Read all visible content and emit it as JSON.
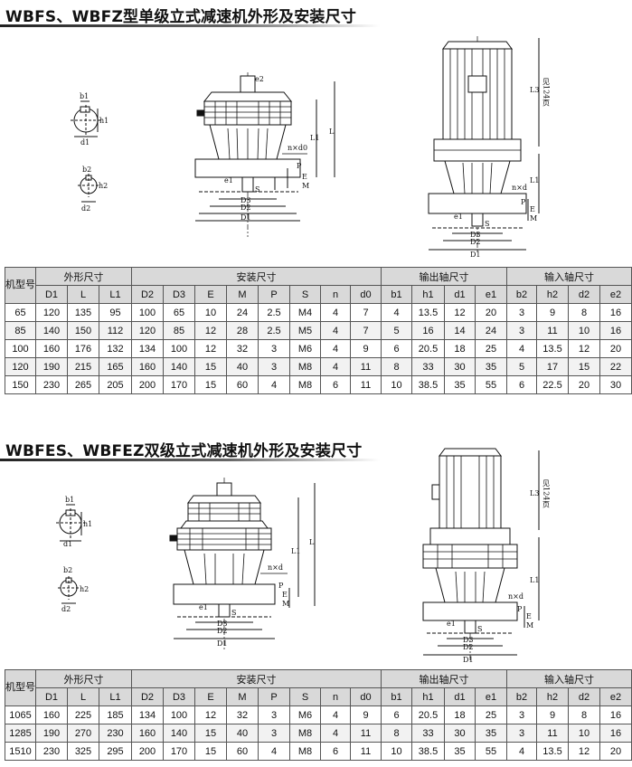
{
  "section1": {
    "title": "WBFS、WBFZ型单级立式减速机外形及安装尺寸",
    "drawing_labels": {
      "shaft_in": [
        "b1",
        "h1",
        "d1"
      ],
      "shaft_out": [
        "b2",
        "h2",
        "d2"
      ],
      "left_view": [
        "e2",
        "L1",
        "L",
        "e1",
        "S",
        "D3",
        "D2",
        "D1",
        "n×d0",
        "P",
        "E",
        "M"
      ],
      "right_view": [
        "L3",
        "见124页",
        "L1",
        "n×d",
        "P",
        "E",
        "M",
        "e1",
        "S",
        "D3",
        "D2",
        "D1"
      ]
    },
    "table": {
      "model_header": "机型号",
      "group_headers": [
        "外形尺寸",
        "安装尺寸",
        "输出轴尺寸",
        "输入轴尺寸"
      ],
      "columns": [
        "D1",
        "L",
        "L1",
        "D2",
        "D3",
        "E",
        "M",
        "P",
        "S",
        "n",
        "d0",
        "b1",
        "h1",
        "d1",
        "e1",
        "b2",
        "h2",
        "d2",
        "e2"
      ],
      "rows": [
        [
          "65",
          "120",
          "135",
          "95",
          "100",
          "65",
          "10",
          "24",
          "2.5",
          "M4",
          "4",
          "7",
          "4",
          "13.5",
          "12",
          "20",
          "3",
          "9",
          "8",
          "16"
        ],
        [
          "85",
          "140",
          "150",
          "112",
          "120",
          "85",
          "12",
          "28",
          "2.5",
          "M5",
          "4",
          "7",
          "5",
          "16",
          "14",
          "24",
          "3",
          "11",
          "10",
          "16"
        ],
        [
          "100",
          "160",
          "176",
          "132",
          "134",
          "100",
          "12",
          "32",
          "3",
          "M6",
          "4",
          "9",
          "6",
          "20.5",
          "18",
          "25",
          "4",
          "13.5",
          "12",
          "20"
        ],
        [
          "120",
          "190",
          "215",
          "165",
          "160",
          "140",
          "15",
          "40",
          "3",
          "M8",
          "4",
          "11",
          "8",
          "33",
          "30",
          "35",
          "5",
          "17",
          "15",
          "22"
        ],
        [
          "150",
          "230",
          "265",
          "205",
          "200",
          "170",
          "15",
          "60",
          "4",
          "M8",
          "6",
          "11",
          "10",
          "38.5",
          "35",
          "55",
          "6",
          "22.5",
          "20",
          "30"
        ]
      ]
    }
  },
  "section2": {
    "title": "WBFES、WBFEZ双级立式减速机外形及安装尺寸",
    "drawing_labels": {
      "shaft_in": [
        "b1",
        "h1",
        "d1"
      ],
      "shaft_out": [
        "b2",
        "h2",
        "d2"
      ],
      "left_view": [
        "L1",
        "L",
        "n×d",
        "P",
        "E",
        "M",
        "e1",
        "S",
        "D3",
        "D2",
        "D1"
      ],
      "right_view": [
        "L3",
        "见124页",
        "L1",
        "n×d",
        "P",
        "E",
        "M",
        "e1",
        "S",
        "D3",
        "D2",
        "D1"
      ]
    },
    "table": {
      "model_header": "机型号",
      "group_headers": [
        "外形尺寸",
        "安装尺寸",
        "输出轴尺寸",
        "输入轴尺寸"
      ],
      "columns": [
        "D1",
        "L",
        "L1",
        "D2",
        "D3",
        "E",
        "M",
        "P",
        "S",
        "n",
        "d0",
        "b1",
        "h1",
        "d1",
        "e1",
        "b2",
        "h2",
        "d2",
        "e2"
      ],
      "rows": [
        [
          "1065",
          "160",
          "225",
          "185",
          "134",
          "100",
          "12",
          "32",
          "3",
          "M6",
          "4",
          "9",
          "6",
          "20.5",
          "18",
          "25",
          "3",
          "9",
          "8",
          "16"
        ],
        [
          "1285",
          "190",
          "270",
          "230",
          "160",
          "140",
          "15",
          "40",
          "3",
          "M8",
          "4",
          "11",
          "8",
          "33",
          "30",
          "35",
          "3",
          "11",
          "10",
          "16"
        ],
        [
          "1510",
          "230",
          "325",
          "295",
          "200",
          "170",
          "15",
          "60",
          "4",
          "M8",
          "6",
          "11",
          "10",
          "38.5",
          "35",
          "55",
          "4",
          "13.5",
          "12",
          "20"
        ]
      ]
    }
  }
}
